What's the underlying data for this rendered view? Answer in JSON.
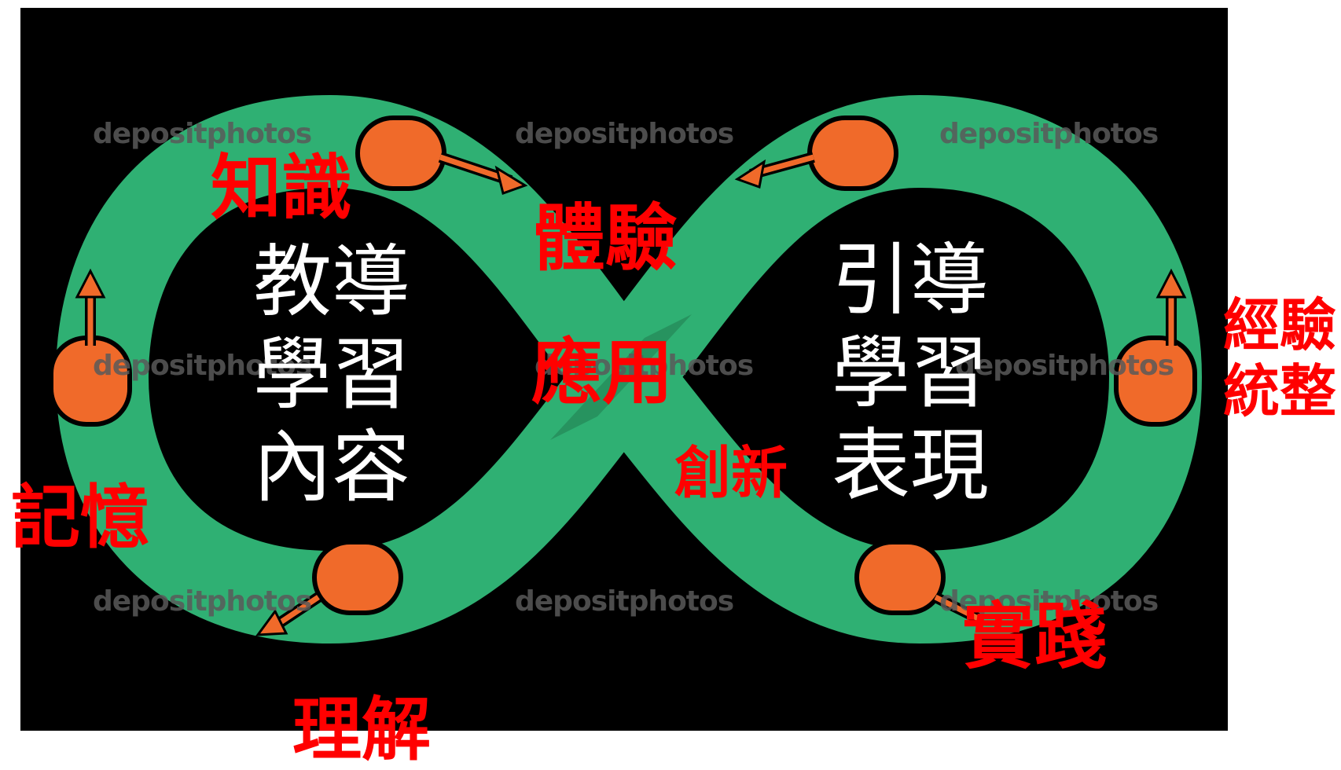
{
  "diagram": {
    "left_loop_title_lines": [
      "教導",
      "學習",
      "內容"
    ],
    "right_loop_title_lines": [
      "引導",
      "學習",
      "表現"
    ],
    "labels": {
      "knowledge": "知識",
      "experience": "體驗",
      "application": "應用",
      "innovation": "創新",
      "memory": "記憶",
      "understanding": "理解",
      "practice": "實踐",
      "integration_line1": "經驗",
      "integration_line2": "統整"
    },
    "watermark": "depositphotos",
    "colors": {
      "background": "#000000",
      "band": "#2fb073",
      "hand": "#f06a2a",
      "label": "#ff0000",
      "title": "#ffffff"
    }
  }
}
